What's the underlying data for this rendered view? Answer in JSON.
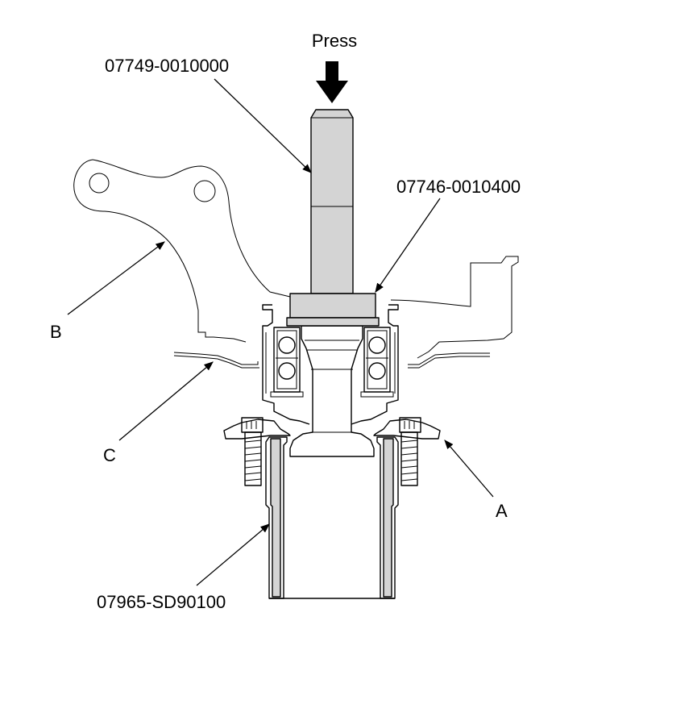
{
  "press_label": "Press",
  "tools": {
    "driver_handle": "07749-0010000",
    "attachment": "07746-0010400",
    "support_base": "07965-SD90100"
  },
  "callouts": {
    "a": "A",
    "b": "B",
    "c": "C"
  },
  "colors": {
    "tool_fill": "#d4d4d4",
    "line": "#000000",
    "background": "#ffffff"
  }
}
